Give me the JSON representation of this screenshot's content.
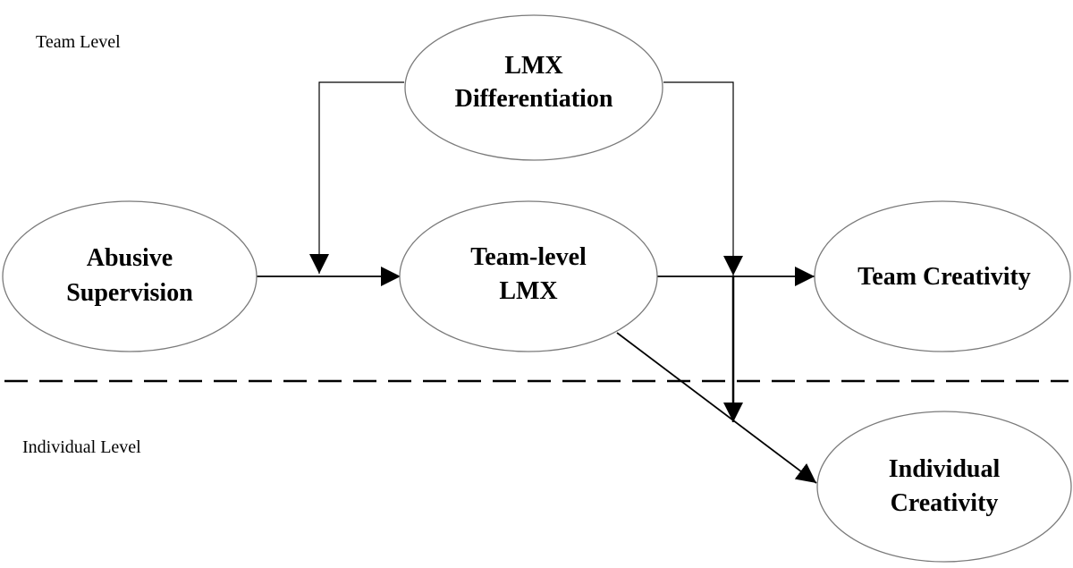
{
  "levels": {
    "team": "Team Level",
    "individual": "Individual Level"
  },
  "nodes": {
    "lmx_diff": {
      "line1": "LMX",
      "line2": "Differentiation"
    },
    "abusive": {
      "line1": "Abusive",
      "line2": "Supervision"
    },
    "team_lmx": {
      "line1": "Team-level",
      "line2": "LMX"
    },
    "team_creativity": {
      "line1": "Team Creativity"
    },
    "individual_creativity": {
      "line1": "Individual",
      "line2": "Creativity"
    }
  },
  "colors": {
    "line": "#000000",
    "ellipse_stroke": "#7a7a7a"
  }
}
